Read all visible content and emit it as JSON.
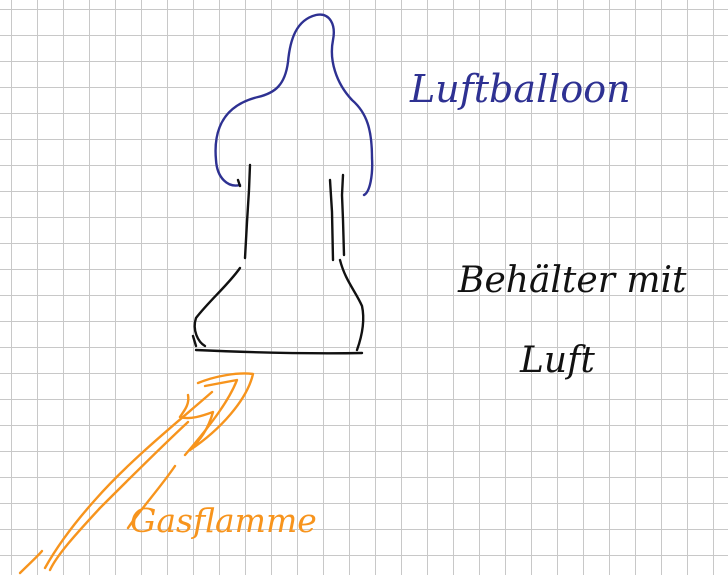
{
  "labels": {
    "balloon": "Luftballoon",
    "container_line1": "Behälter mit",
    "container_line2": "Luft",
    "flame": "Gasflamme"
  },
  "colors": {
    "balloon_ink": "#2e3192",
    "container_ink": "#111111",
    "flame_ink": "#f7941d",
    "grid": "#c8c8c8",
    "paper": "#ffffff"
  }
}
